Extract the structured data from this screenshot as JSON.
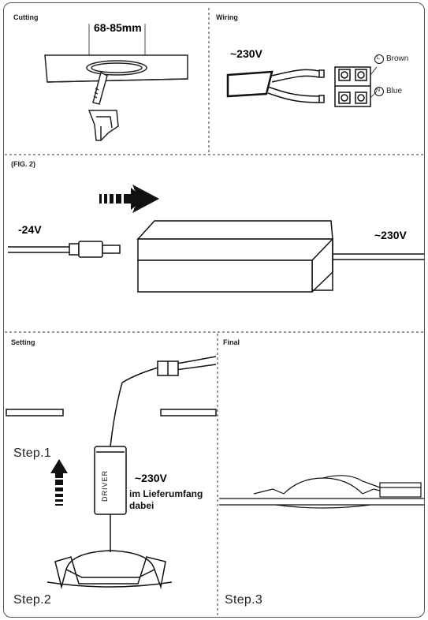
{
  "panels": {
    "cutting": {
      "title": "Cutting",
      "dimension": "68-85mm"
    },
    "wiring": {
      "title": "Wiring",
      "voltage": "~230V",
      "terminal_top": "Brown",
      "terminal_bottom": "Blue",
      "terminal_top_letter": "L",
      "terminal_bottom_letter": "N"
    },
    "fig2": {
      "title": "(FIG. 2)",
      "input_voltage": "-24V",
      "output_voltage": "~230V"
    },
    "setting": {
      "title": "Setting",
      "step1": "Step.1",
      "step2": "Step.2",
      "driver_label": "DRIVER",
      "voltage": "~230V",
      "note_line1": "im Lieferumfang",
      "note_line2": "dabei"
    },
    "final": {
      "title": "Final",
      "step3": "Step.3"
    }
  }
}
